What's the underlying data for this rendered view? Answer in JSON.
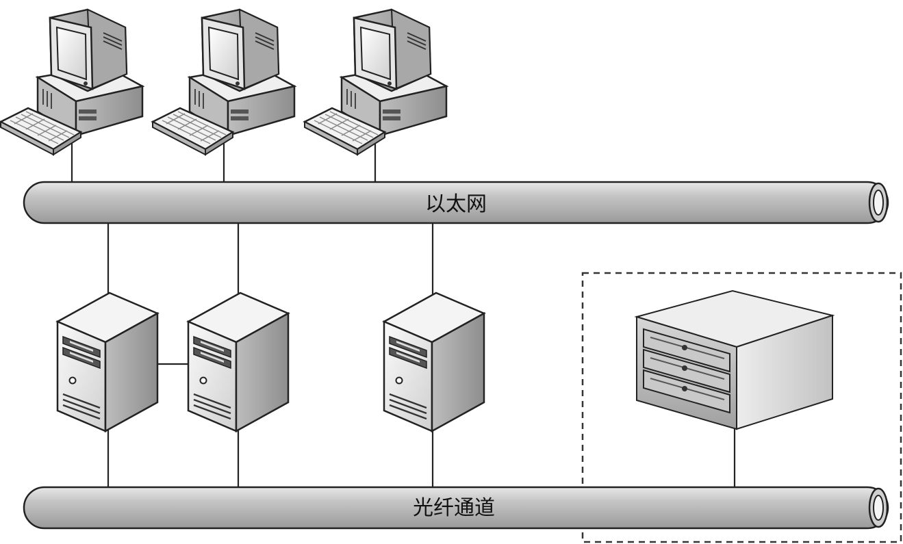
{
  "diagram": {
    "buses": {
      "ethernet": {
        "label": "以太网"
      },
      "fibre_channel": {
        "label": "光纤通道"
      }
    },
    "nodes": {
      "workstations": [
        {
          "icon": "desktop-computer-icon"
        },
        {
          "icon": "desktop-computer-icon"
        },
        {
          "icon": "desktop-computer-icon"
        }
      ],
      "servers": [
        {
          "icon": "tower-server-icon"
        },
        {
          "icon": "tower-server-icon"
        },
        {
          "icon": "tower-server-icon"
        }
      ],
      "storage": {
        "icon": "disk-array-icon",
        "boundary": "dashed"
      }
    },
    "colors": {
      "bus_fill": "#b9b9b9",
      "line": "#222222",
      "background": "#ffffff"
    }
  }
}
